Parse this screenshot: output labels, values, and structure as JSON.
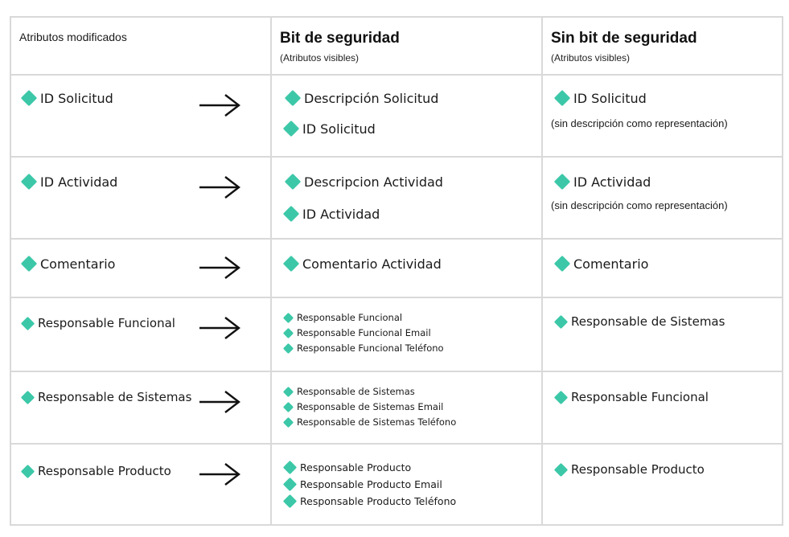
{
  "header": {
    "col1": "Atributos modificados",
    "col2_title": "Bit de seguridad",
    "col2_sub": "(Atributos visibles)",
    "col3_title": "Sin bit de seguridad",
    "col3_sub": "(Atributos visibles)"
  },
  "rows": [
    {
      "attr": "ID Solicitud",
      "with_bit": [
        "Descripción Solicitud",
        "ID Solicitud"
      ],
      "without_bit": "ID Solicitud",
      "without_note": "(sin descripción como representación)"
    },
    {
      "attr": "ID Actividad",
      "with_bit": [
        "Descripcion Actividad",
        "ID Actividad"
      ],
      "without_bit": "ID Actividad",
      "without_note": "(sin descripción como representación)"
    },
    {
      "attr": "Comentario",
      "with_bit": [
        "Comentario Actividad"
      ],
      "without_bit": "Comentario"
    },
    {
      "attr": "Responsable Funcional",
      "with_bit": [
        "Responsable Funcional",
        "Responsable Funcional Email",
        "Responsable Funcional Teléfono"
      ],
      "without_bit": "Responsable de Sistemas"
    },
    {
      "attr": "Responsable de Sistemas",
      "with_bit": [
        "Responsable de Sistemas",
        "Responsable de Sistemas Email",
        "Responsable de Sistemas Teléfono"
      ],
      "without_bit": "Responsable Funcional"
    },
    {
      "attr": "Responsable Producto",
      "with_bit": [
        "Responsable Producto",
        "Responsable Producto Email",
        "Responsable Producto Teléfono"
      ],
      "without_bit": "Responsable Producto"
    }
  ],
  "icons": {
    "attribute": "attribute-diamond-icon",
    "arrow": "right-arrow-icon"
  },
  "colors": {
    "diamond": "#3cc8a8",
    "border": "#d9d9d9"
  }
}
